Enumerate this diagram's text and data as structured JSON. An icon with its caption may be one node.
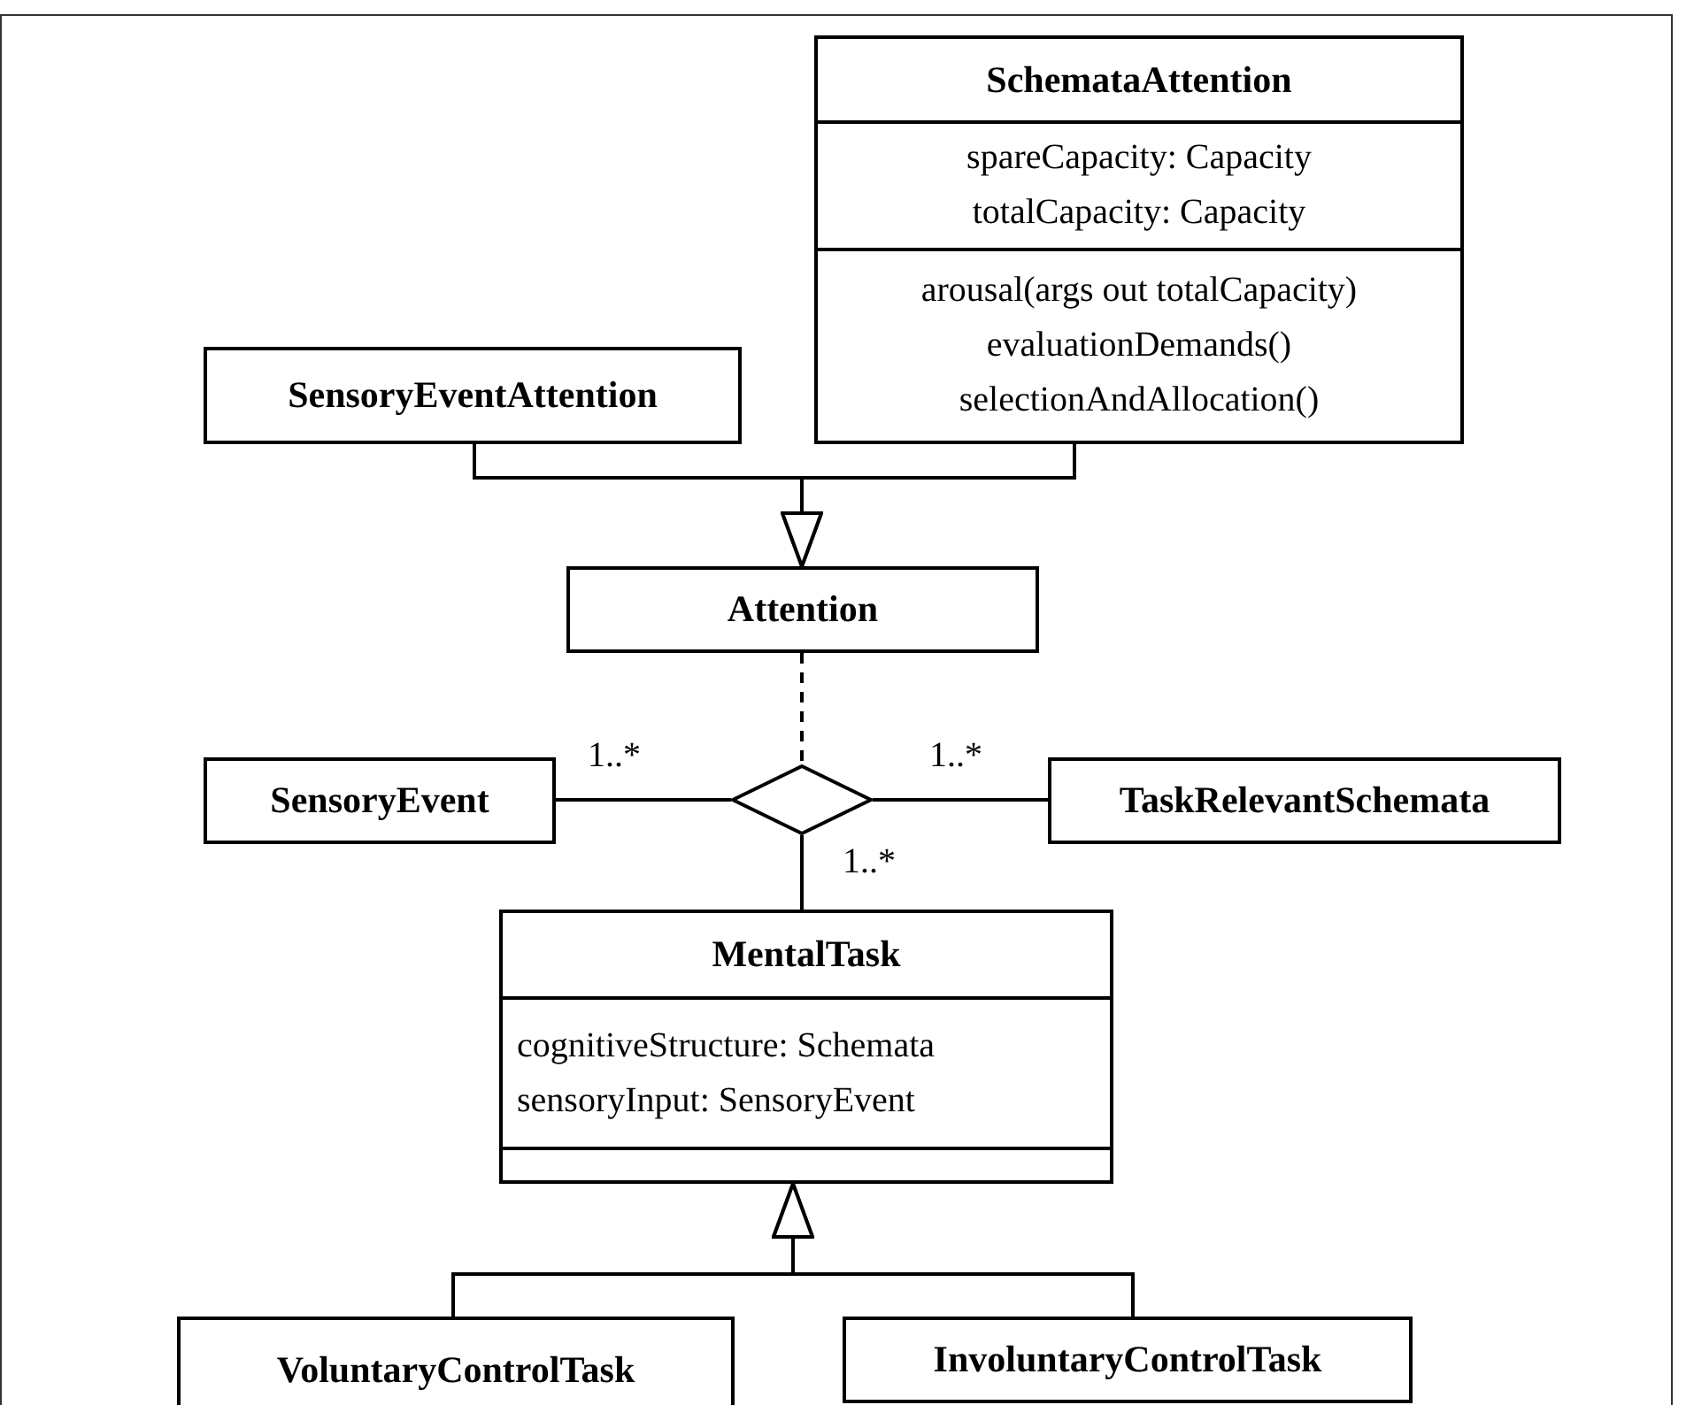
{
  "diagram": {
    "nodes": [
      {
        "text": [
          "SchemataAttention",
          "spareCapacity: Capacity",
          "totalCapacity: Capacity",
          "arousal(args out totalCapacity)",
          "evaluationDemands()",
          "selectionAndAllocation()"
        ]
      },
      {
        "text": [
          "SensoryEventAttention"
        ]
      },
      {
        "text": [
          "Attention"
        ]
      },
      {
        "text": [
          "SensoryEvent"
        ]
      },
      {
        "text": [],
        "shape": "diamond"
      },
      {
        "text": [
          "TaskRelevantSchemata"
        ]
      },
      {
        "text": [
          "MentalTask",
          "cognitiveStructure:  Schemata",
          "sensoryInput: SensoryEvent"
        ]
      },
      {
        "text": [
          "VoluntaryControlTask"
        ]
      },
      {
        "text": [
          "InvoluntaryControlTask"
        ]
      }
    ],
    "edges": [
      {
        "from": 1,
        "to": 2,
        "arrow": "to"
      },
      {
        "from": 0,
        "to": 2,
        "arrow": "to"
      },
      {
        "from": 2,
        "to": 4,
        "arrow": "none",
        "style": "dashed"
      },
      {
        "from": 3,
        "to": 4,
        "arrow": "none",
        "label": "1..*"
      },
      {
        "from": 5,
        "to": 4,
        "arrow": "none",
        "label": "1..*"
      },
      {
        "from": 6,
        "to": 4,
        "arrow": "none",
        "label": "1..*"
      },
      {
        "from": 7,
        "to": 6,
        "arrow": "to"
      },
      {
        "from": 8,
        "to": 6,
        "arrow": "to"
      }
    ]
  }
}
